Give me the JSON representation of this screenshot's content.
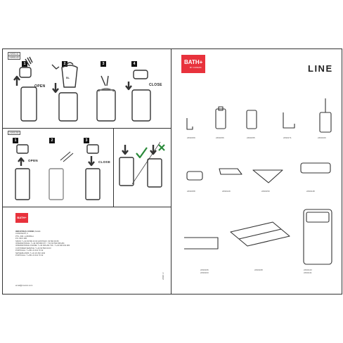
{
  "brand": {
    "logo_text": "BATH+",
    "logo_sub": "BY COSMIC",
    "small_logo": "BATH+"
  },
  "product_line": "LINE",
  "panel_a": {
    "codes": [
      "2490141",
      "2490143"
    ],
    "steps": [
      "1",
      "2",
      "3",
      "4"
    ],
    "labels": {
      "open": "OPEN",
      "capacity": "5L",
      "close": "CLOSE"
    }
  },
  "panel_b": {
    "codes": [
      "2490155"
    ],
    "steps": [
      "1",
      "2",
      "3"
    ],
    "labels": {
      "open": "OPEN",
      "close": "CLOSE"
    }
  },
  "correct_icon": "checkmark-icon",
  "wrong_icon": "cross-icon",
  "catalog": {
    "row1": [
      "2490159",
      "2490156",
      "2490155",
      "2490171",
      "2490160"
    ],
    "row2": [
      "2490158",
      "2490149",
      "2490150",
      "2490148"
    ],
    "row3": [
      "2490166\n2490163",
      "2490168",
      "2490143\n2490141"
    ]
  },
  "contact": {
    "lines": [
      "INDUSTRIAS COSMIC, S.A.U.",
      "CONSTANTÍ, 6",
      "PTG. IND. LA BOBILA",
      "P.O. BOX 286",
      "SPAIN: T.+34 93 590 43 03   HOST/FAX. 93 590 00 89",
      "INTERNATIONAL: T.+34 935 809 077 - T.34 93 590 458 284",
      "INTERNATIONAL PHONE: T.+34 936 264 730 - T.+34 936 264 284",
      "CUSTOMER SERVICE: T.+34 93 590 43 03",
      "PORTUGAL: T.+351 21 012 70 32",
      "NETHERLANDS: T.+31 20 262 1194",
      "PORTUGAL: T.+351 21 012 70 32"
    ],
    "email": "email@cosmic.com",
    "side_note": "2490 -V"
  }
}
